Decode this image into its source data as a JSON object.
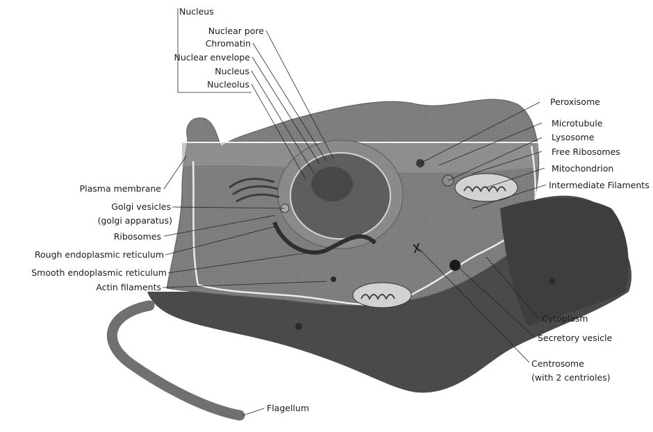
{
  "diagram": {
    "labels": {
      "nucleus_header": "Nucleus",
      "nuclear_pore": "Nuclear pore",
      "chromatin": "Chromatin",
      "nuclear_envelope": "Nuclear envelope",
      "nucleus": "Nucleus",
      "nucleolus": "Nucleolus",
      "peroxisome": "Peroxisome",
      "microtubule": "Microtubule",
      "lysosome": "Lysosome",
      "free_ribosomes": "Free Ribosomes",
      "mitochondrion": "Mitochondrion",
      "intermediate_filaments": "Intermediate Filaments",
      "plasma_membrane": "Plasma membrane",
      "golgi_vesicles": "Golgi vesicles",
      "golgi_apparatus": "(golgi apparatus)",
      "ribosomes": "Ribosomes",
      "rough_er": "Rough endoplasmic reticulum",
      "smooth_er": "Smooth endoplasmic reticulum",
      "actin_filaments": "Actin filaments",
      "cytoplasm": "Cytoplasm",
      "secretory_vesicle": "Secretory vesicle",
      "centrosome": "Centrosome",
      "centrosome_note": "(with 2 centrioles)",
      "flagellum": "Flagellum"
    },
    "colors": {
      "cell_body": "#7a7a7a",
      "cell_top": "#9a9a9a",
      "cell_dark": "#3e3e3e",
      "nucleus": "#6a6a6a",
      "line": "#222222"
    }
  }
}
